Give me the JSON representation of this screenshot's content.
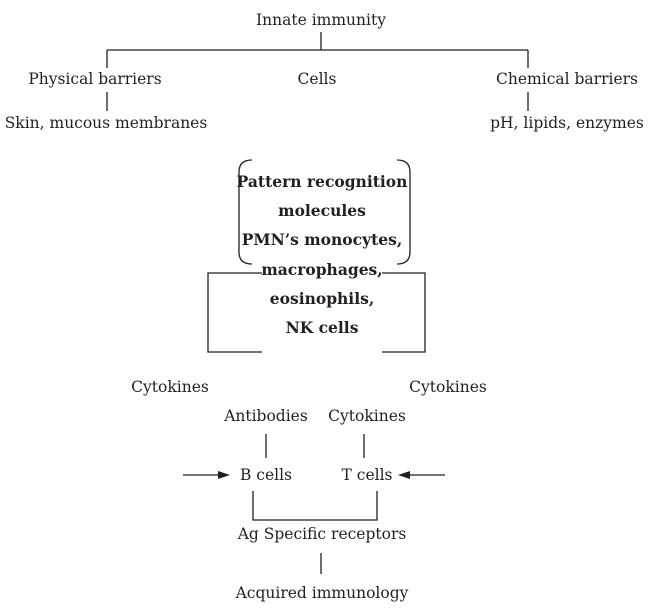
{
  "diagram": {
    "root": "Innate immunity",
    "branches": {
      "physical": {
        "title": "Physical barriers",
        "detail": "Skin, mucous membranes"
      },
      "cells": {
        "title": "Cells"
      },
      "chemical": {
        "title": "Chemical barriers",
        "detail": "pH, lipids, enzymes"
      }
    },
    "cell_box": {
      "lines": [
        "Pattern recognition",
        "molecules",
        "PMN’s monocytes,",
        "macrophages,",
        "eosinophils,",
        "NK cells"
      ]
    },
    "cytokines_left": "Cytokines",
    "cytokines_right": "Cytokines",
    "antibodies": "Antibodies",
    "cytokines_mid": "Cytokines",
    "b_cells": "B cells",
    "t_cells": "T cells",
    "receptors": "Ag Specific receptors",
    "acquired": "Acquired immunology"
  }
}
